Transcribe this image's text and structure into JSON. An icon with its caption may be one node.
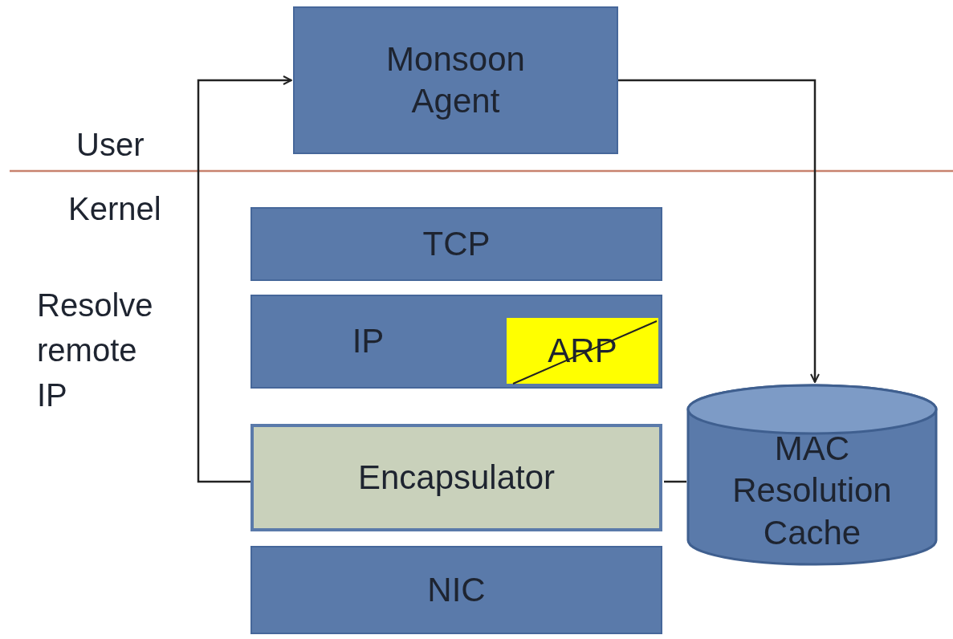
{
  "diagram": {
    "nodes": [
      {
        "text": [
          "Monsoon Agent"
        ]
      },
      {
        "text": [
          "TCP"
        ]
      },
      {
        "text": [
          "IP"
        ]
      },
      {
        "text": [
          "ARP"
        ],
        "in": 2
      },
      {
        "text": [
          "Encapsulator"
        ]
      },
      {
        "text": [
          "NIC"
        ]
      },
      {
        "text": [
          "MAC Resolution Cache"
        ]
      }
    ],
    "edges": [
      {
        "from": 4,
        "to": 0,
        "arrow": "to",
        "label": "Resolve remote IP"
      },
      {
        "from": 0,
        "to": 6,
        "arrow": "to"
      },
      {
        "from": 4,
        "to": 6,
        "arrow": "none"
      }
    ],
    "labels": [
      "User",
      "Kernel"
    ]
  }
}
